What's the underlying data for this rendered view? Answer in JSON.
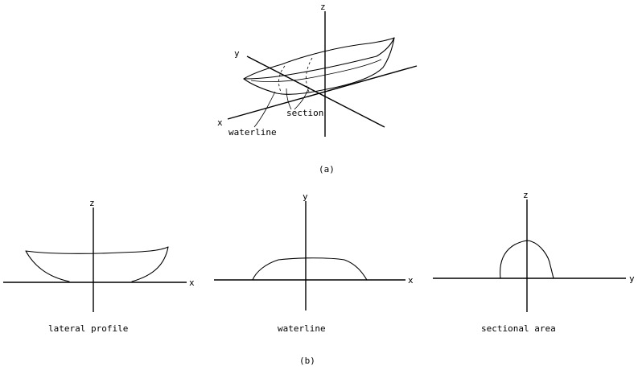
{
  "panel_a": {
    "axis_z": "z",
    "axis_y": "y",
    "axis_x": "x",
    "label_section": "section",
    "label_waterline": "waterline",
    "caption": "(a)"
  },
  "panel_b": {
    "caption": "(b)",
    "lateral": {
      "axis_v": "z",
      "axis_h": "x",
      "caption": "lateral profile"
    },
    "waterline": {
      "axis_v": "y",
      "axis_h": "x",
      "caption": "waterline"
    },
    "sectional": {
      "axis_v": "z",
      "axis_h": "y",
      "caption": "sectional area"
    }
  }
}
